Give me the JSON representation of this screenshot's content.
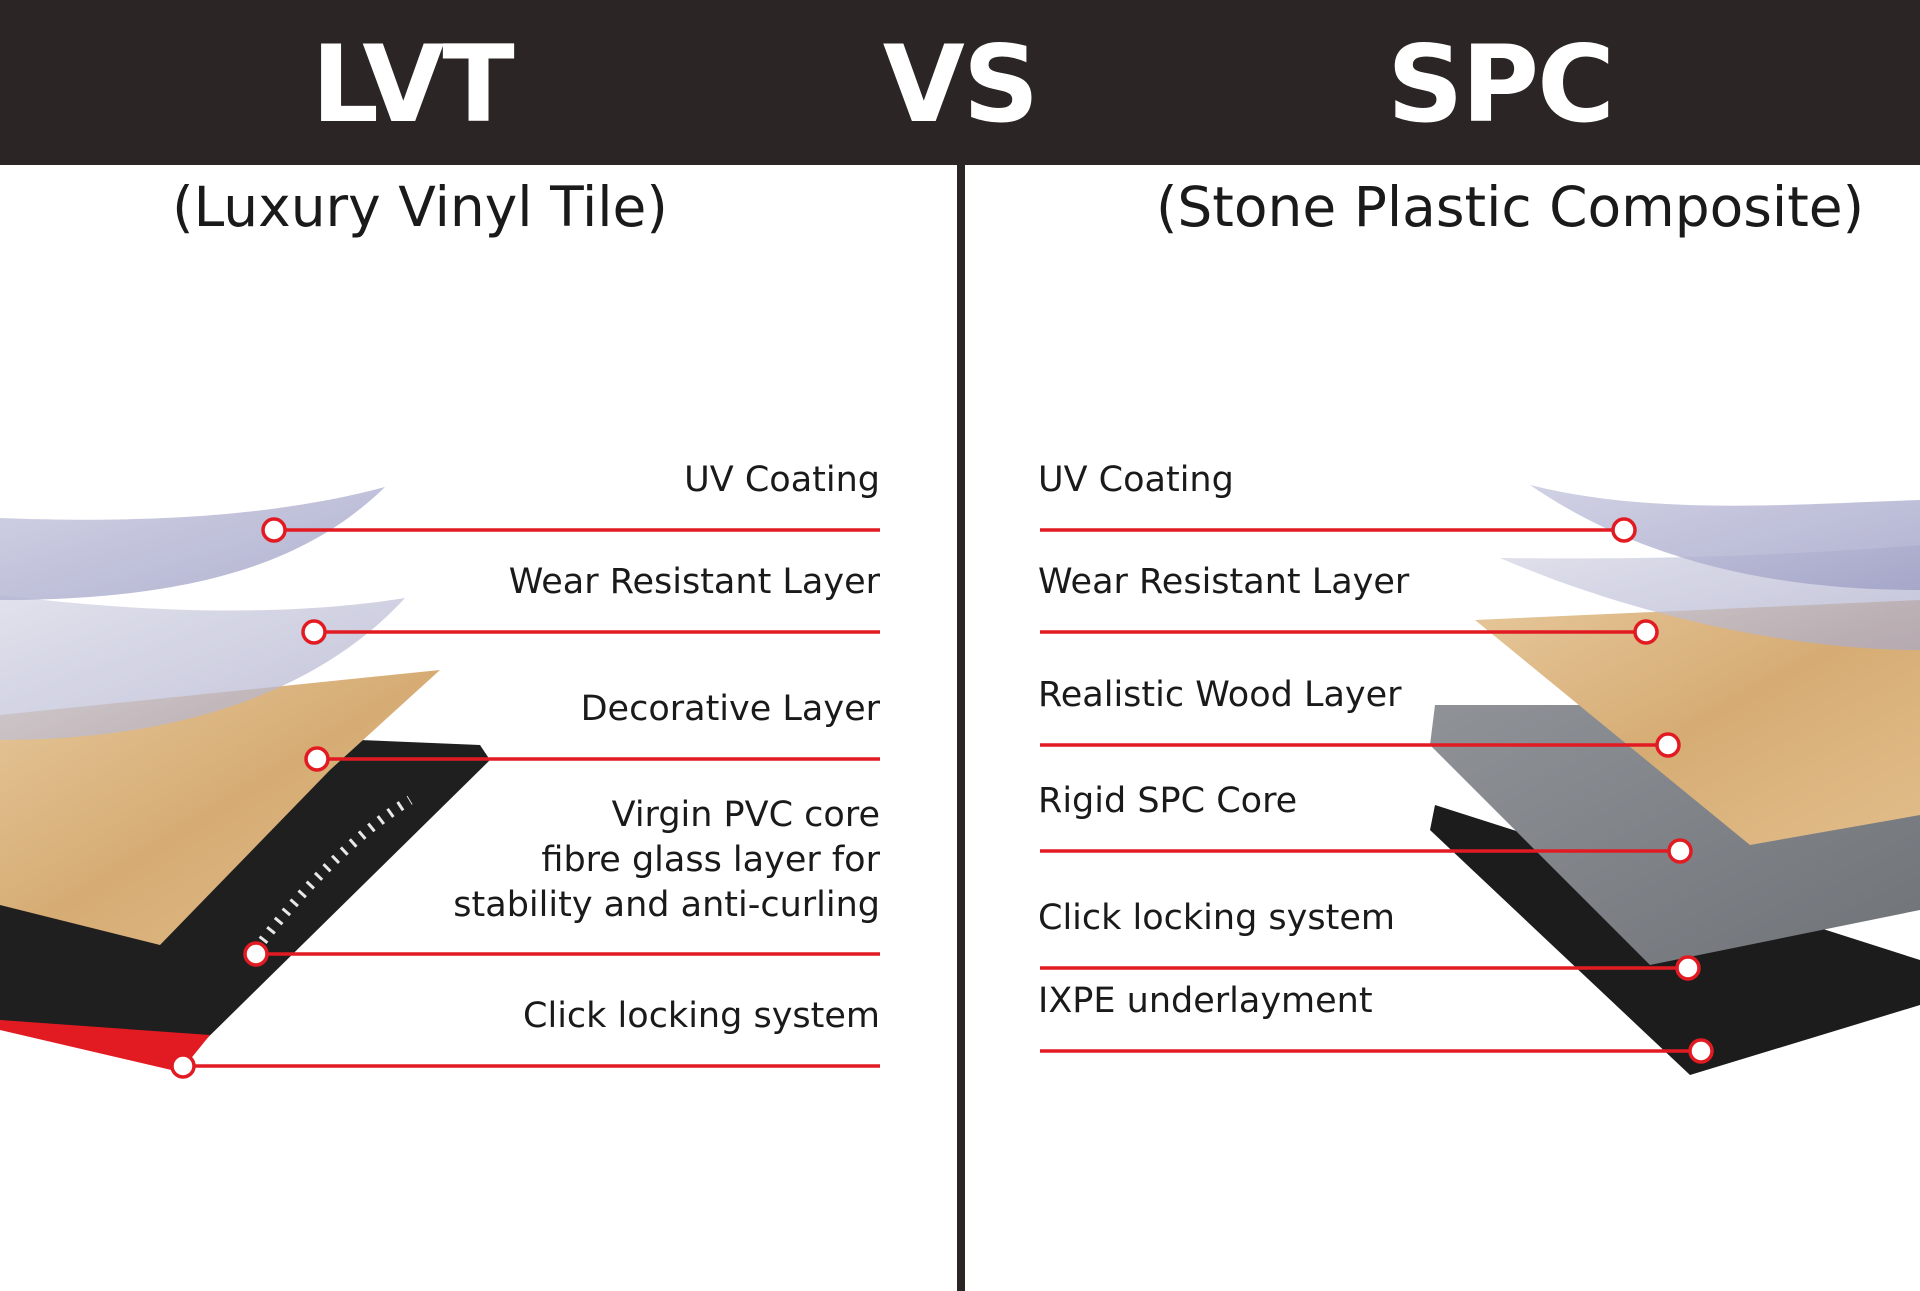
{
  "header": {
    "left_title": "LVT",
    "vs_label": "VS",
    "right_title": "SPC"
  },
  "subtitles": {
    "left": "(Luxury Vinyl Tile)",
    "right": "(Stone Plastic Composite)"
  },
  "lvt": {
    "layers": [
      {
        "label": "UV Coating"
      },
      {
        "label": "Wear Resistant Layer"
      },
      {
        "label": "Decorative Layer"
      },
      {
        "label_lines": [
          "Virgin PVC core",
          "fibre glass layer for",
          "stability and anti-curling"
        ]
      },
      {
        "label": "Click locking system"
      }
    ]
  },
  "spc": {
    "layers": [
      {
        "label": "UV Coating"
      },
      {
        "label": "Wear Resistant Layer"
      },
      {
        "label": "Realistic Wood Layer"
      },
      {
        "label": "Rigid SPC Core"
      },
      {
        "label": "Click locking system"
      },
      {
        "label": "IXPE underlayment"
      }
    ]
  },
  "colors": {
    "header_bg": "#2b2526",
    "callout_red": "#e21b23",
    "wood": "#d9b27a",
    "film": "#b7b8d4",
    "spc_core": "#7b7f83",
    "black_core": "#1c1c1c"
  }
}
